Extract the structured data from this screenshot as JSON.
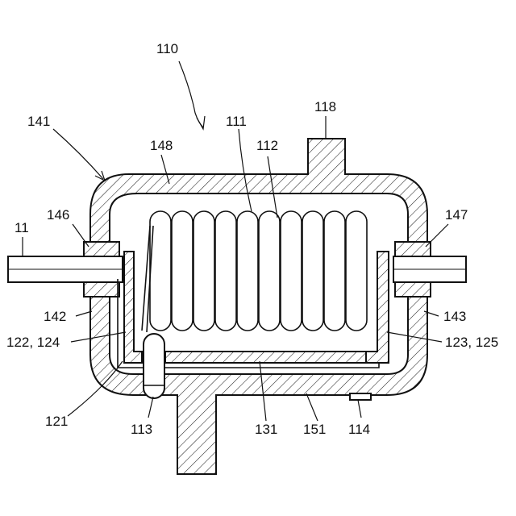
{
  "diagram": {
    "labels": {
      "l110": "110",
      "l118": "118",
      "l141": "141",
      "l111": "111",
      "l148": "148",
      "l112": "112",
      "l11": "11",
      "l146": "146",
      "l147": "147",
      "l142": "142",
      "l143": "143",
      "l122_124": "122, 124",
      "l123_125": "123, 125",
      "l121": "121",
      "l113": "113",
      "l131": "131",
      "l151": "151",
      "l114": "114"
    }
  }
}
